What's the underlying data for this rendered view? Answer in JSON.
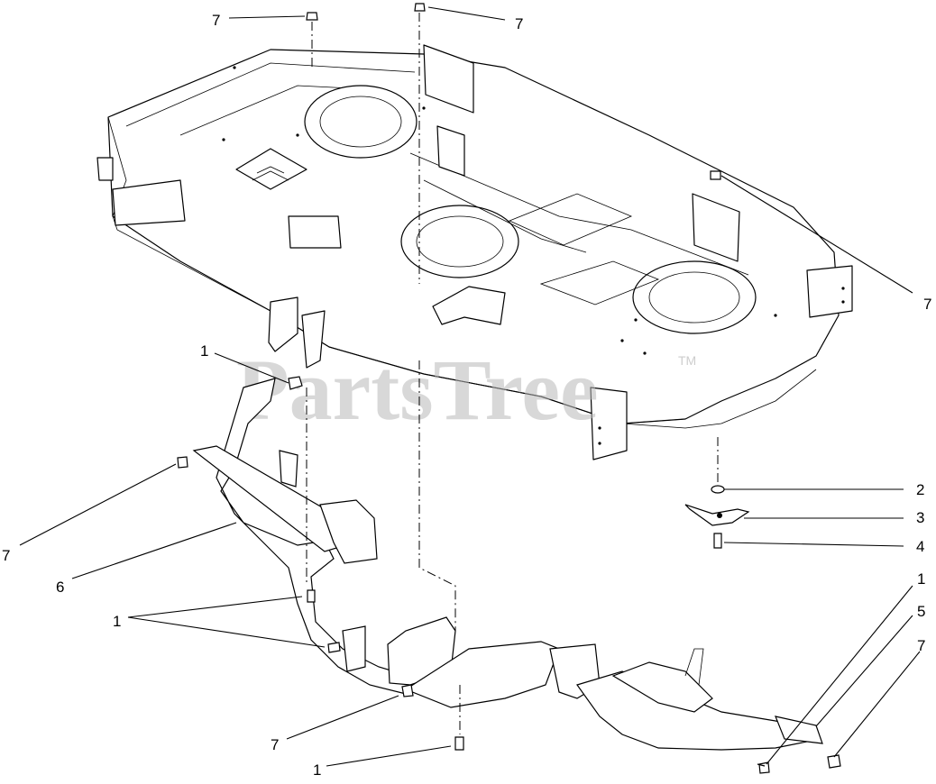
{
  "watermark": {
    "text": "PartsTree",
    "tm": "TM"
  },
  "callouts": [
    {
      "id": "c7-top-left",
      "label": "7"
    },
    {
      "id": "c7-top-center",
      "label": "7"
    },
    {
      "id": "c7-right",
      "label": "7"
    },
    {
      "id": "c1-upper-left",
      "label": "1"
    },
    {
      "id": "c2",
      "label": "2"
    },
    {
      "id": "c3",
      "label": "3"
    },
    {
      "id": "c4",
      "label": "4"
    },
    {
      "id": "c7-left",
      "label": "7"
    },
    {
      "id": "c6",
      "label": "6"
    },
    {
      "id": "c1-left-double",
      "label": "1"
    },
    {
      "id": "c1-right",
      "label": "1"
    },
    {
      "id": "c5",
      "label": "5"
    },
    {
      "id": "c7-lower-right",
      "label": "7"
    },
    {
      "id": "c7-bottom-center",
      "label": "7"
    },
    {
      "id": "c1-bottom",
      "label": "1"
    }
  ]
}
